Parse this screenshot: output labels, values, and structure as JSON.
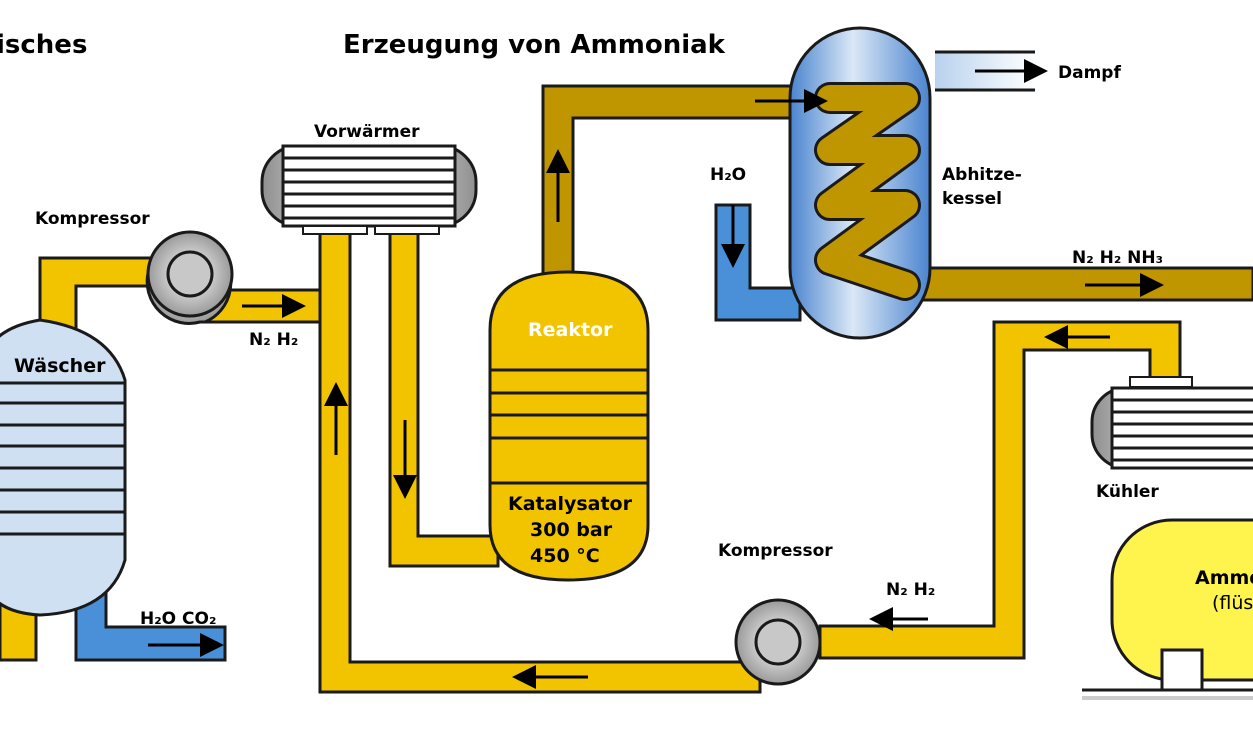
{
  "title_left": "isches",
  "title_main": "Erzeugung von Ammoniak",
  "labels": {
    "kompressor_top": "Kompressor",
    "vorwaermer": "Vorwärmer",
    "waescher": "Wäscher",
    "n2h2_left": "N₂ H₂",
    "reaktor": "Reaktor",
    "katalysator": "Katalysator",
    "druck": "300 bar",
    "temperatur": "450 °C",
    "h2o": "H₂O",
    "abhitze_1": "Abhitze-",
    "abhitze_2": "kessel",
    "dampf": "Dampf",
    "n2h2nh3": "N₂ H₂ NH₃",
    "kuehler": "Kühler",
    "kompressor_bottom": "Kompressor",
    "n2h2_bottom": "N₂ H₂",
    "h2o_co2": "H₂O CO₂",
    "ammoniak": "Ammo",
    "fluessig": "(flüs"
  },
  "colors": {
    "gas_pipe": "#f2c400",
    "hot_pipe": "#c09600",
    "water": "#4a90d9",
    "vessel_blue": "#cfe0f2",
    "tank_yellow": "#fff34d",
    "outline": "#1a1a1a"
  }
}
